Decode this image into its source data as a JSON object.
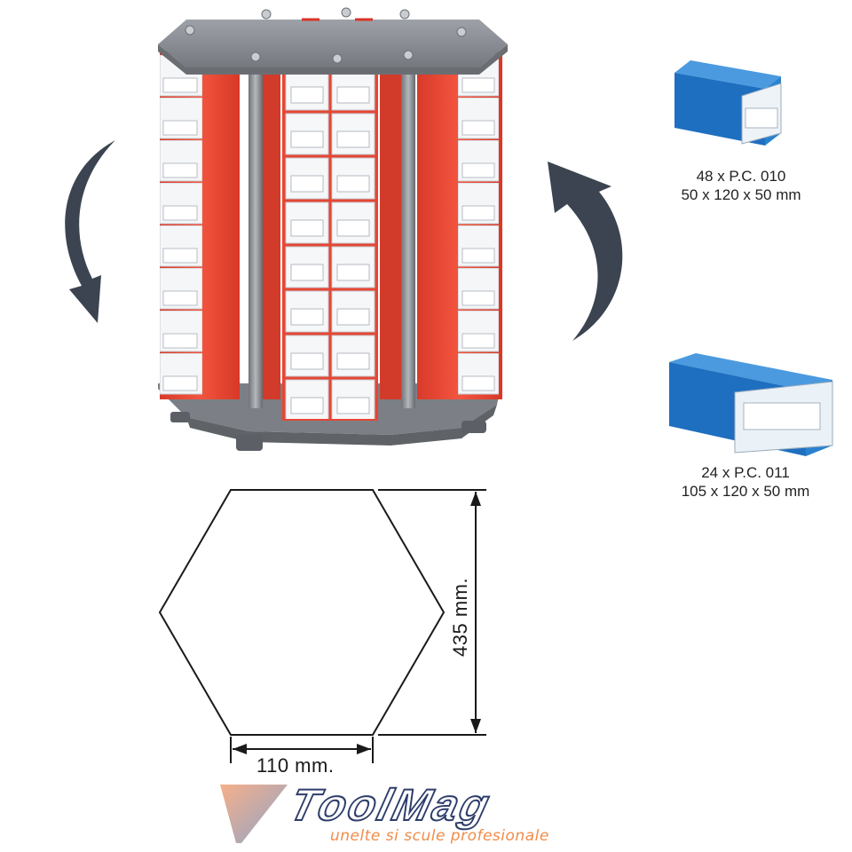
{
  "products": [
    {
      "line1": "48 x P.C. 010",
      "line2": "50 x 120 x 50 mm",
      "color": "#2a82cf"
    },
    {
      "line1": "24 x P.C. 011",
      "line2": "105 x 120 x 50 mm",
      "color": "#2a82cf"
    }
  ],
  "diagram": {
    "side_label": "110 mm.",
    "height_label": "435 mm."
  },
  "logo": {
    "name": "ToolMag",
    "tagline": "unelte si scule profesionale",
    "name_color": "#2d3d6b",
    "tagline_color": "#f08c4a"
  },
  "colors": {
    "drawer_red": "#ee4b3a",
    "frame_grey": "#7a7d82",
    "arrow_dark": "#3b4450"
  },
  "icons": [
    "rotate-left-arrow-icon",
    "rotate-right-arrow-icon"
  ]
}
